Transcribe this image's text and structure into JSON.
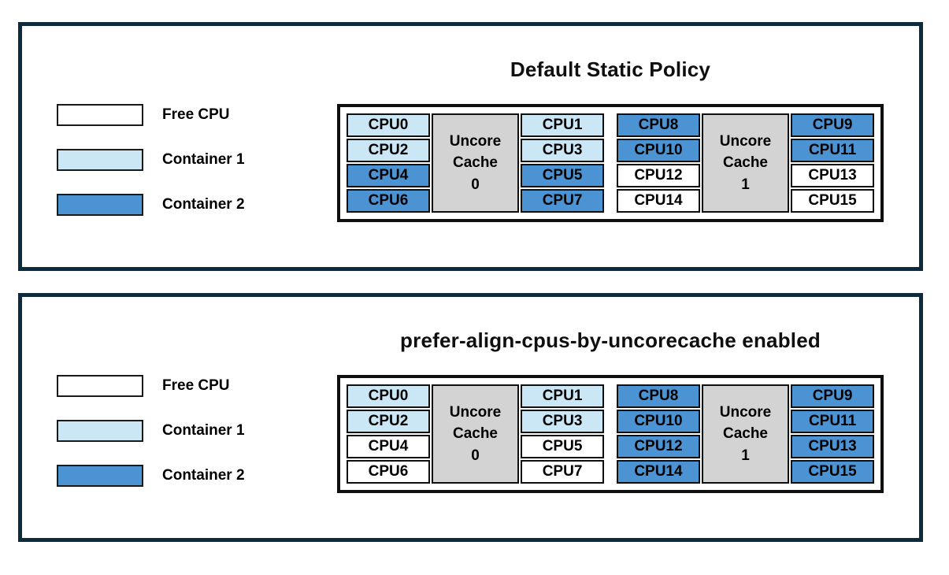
{
  "colors": {
    "free": "#ffffff",
    "container1": "#cbe7f6",
    "container2": "#4b93d3",
    "uncore": "#d3d3d3",
    "panelBorder": "#0e2b3d",
    "cellBorder": "#0f0f0f"
  },
  "legend": [
    {
      "label": "Free CPU",
      "state": "free"
    },
    {
      "label": "Container 1",
      "state": "container1"
    },
    {
      "label": "Container 2",
      "state": "container2"
    }
  ],
  "panels": [
    {
      "title": "Default Static Policy",
      "groups": [
        {
          "uncore": {
            "lines": [
              "Uncore",
              "Cache",
              "0"
            ]
          },
          "rows": [
            {
              "left": {
                "label": "CPU0",
                "state": "container1"
              },
              "right": {
                "label": "CPU1",
                "state": "container1"
              }
            },
            {
              "left": {
                "label": "CPU2",
                "state": "container1"
              },
              "right": {
                "label": "CPU3",
                "state": "container1"
              }
            },
            {
              "left": {
                "label": "CPU4",
                "state": "container2"
              },
              "right": {
                "label": "CPU5",
                "state": "container2"
              }
            },
            {
              "left": {
                "label": "CPU6",
                "state": "container2"
              },
              "right": {
                "label": "CPU7",
                "state": "container2"
              }
            }
          ]
        },
        {
          "uncore": {
            "lines": [
              "Uncore",
              "Cache",
              "1"
            ]
          },
          "rows": [
            {
              "left": {
                "label": "CPU8",
                "state": "container2"
              },
              "right": {
                "label": "CPU9",
                "state": "container2"
              }
            },
            {
              "left": {
                "label": "CPU10",
                "state": "container2"
              },
              "right": {
                "label": "CPU11",
                "state": "container2"
              }
            },
            {
              "left": {
                "label": "CPU12",
                "state": "free"
              },
              "right": {
                "label": "CPU13",
                "state": "free"
              }
            },
            {
              "left": {
                "label": "CPU14",
                "state": "free"
              },
              "right": {
                "label": "CPU15",
                "state": "free"
              }
            }
          ]
        }
      ]
    },
    {
      "title": "prefer-align-cpus-by-uncorecache enabled",
      "groups": [
        {
          "uncore": {
            "lines": [
              "Uncore",
              "Cache",
              "0"
            ]
          },
          "rows": [
            {
              "left": {
                "label": "CPU0",
                "state": "container1"
              },
              "right": {
                "label": "CPU1",
                "state": "container1"
              }
            },
            {
              "left": {
                "label": "CPU2",
                "state": "container1"
              },
              "right": {
                "label": "CPU3",
                "state": "container1"
              }
            },
            {
              "left": {
                "label": "CPU4",
                "state": "free"
              },
              "right": {
                "label": "CPU5",
                "state": "free"
              }
            },
            {
              "left": {
                "label": "CPU6",
                "state": "free"
              },
              "right": {
                "label": "CPU7",
                "state": "free"
              }
            }
          ]
        },
        {
          "uncore": {
            "lines": [
              "Uncore",
              "Cache",
              "1"
            ]
          },
          "rows": [
            {
              "left": {
                "label": "CPU8",
                "state": "container2"
              },
              "right": {
                "label": "CPU9",
                "state": "container2"
              }
            },
            {
              "left": {
                "label": "CPU10",
                "state": "container2"
              },
              "right": {
                "label": "CPU11",
                "state": "container2"
              }
            },
            {
              "left": {
                "label": "CPU12",
                "state": "container2"
              },
              "right": {
                "label": "CPU13",
                "state": "container2"
              }
            },
            {
              "left": {
                "label": "CPU14",
                "state": "container2"
              },
              "right": {
                "label": "CPU15",
                "state": "container2"
              }
            }
          ]
        }
      ]
    }
  ]
}
